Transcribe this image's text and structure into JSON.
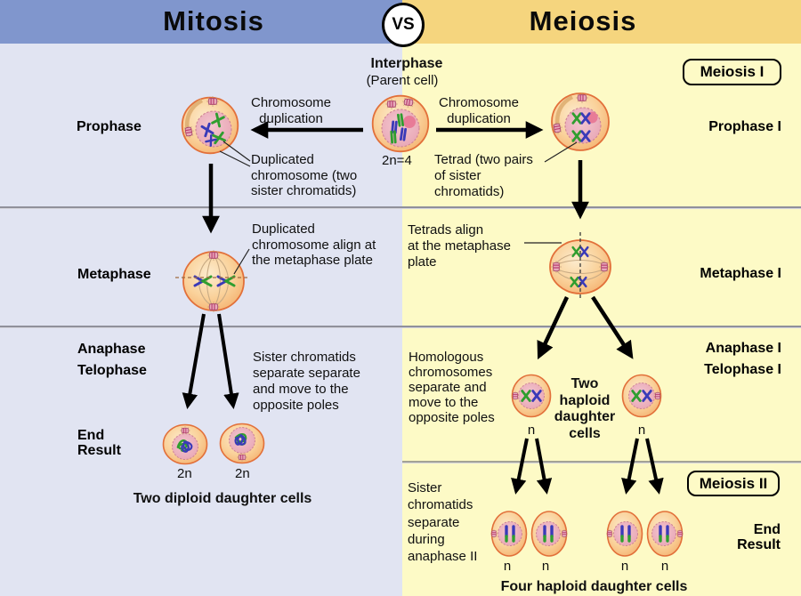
{
  "header": {
    "left_title": "Mitosis",
    "vs": "VS",
    "right_title": "Meiosis"
  },
  "center": {
    "interphase": "Interphase",
    "parent": "(Parent cell)",
    "ploidy": "2n=4"
  },
  "mitosis": {
    "phases": {
      "prophase": "Prophase",
      "metaphase": "Metaphase",
      "anaphase": "Anaphase",
      "telophase": "Telophase",
      "end_result": "End\nResult"
    },
    "annotations": {
      "chromosome_duplication": "Chromosome\nduplication",
      "duplicated_chromosome": "Duplicated\nchromosome (two\nsister chromatids)",
      "metaphase_align": "Duplicated\nchromosome align at\nthe metaphase plate",
      "sister_separate": "Sister chromatids\nseparate separate\nand move to the\nopposite poles",
      "ploidy_a": "2n",
      "ploidy_b": "2n",
      "result_caption": "Two diploid daughter cells"
    }
  },
  "meiosis": {
    "badges": {
      "meiosis1": "Meiosis I",
      "meiosis2": "Meiosis II"
    },
    "phases": {
      "prophase": "Prophase I",
      "metaphase": "Metaphase I",
      "anaphase": "Anaphase I",
      "telophase": "Telophase I",
      "end_result": "End\nResult"
    },
    "annotations": {
      "chromosome_duplication": "Chromosome\nduplication",
      "tetrad": "Tetrad (two pairs\nof sister\nchromatids)",
      "tetrads_align": "Tetrads align\nat the metaphase\nplate",
      "homologous": "Homologous\nchromosomes\nseparate and\nmove to the\nopposite poles",
      "two_haploid": "Two\nhaploid\ndaughter\ncells",
      "sister_anaphase2": "Sister\nchromatids\nseparate\nduring\nanaphase II",
      "n1": "n",
      "n2": "n",
      "n3": "n",
      "n4": "n",
      "n5": "n",
      "n6": "n",
      "result_caption": "Four haploid daughter cells"
    }
  },
  "colors": {
    "header_blue": "#8096cd",
    "header_yellow": "#f5d57e",
    "panel_lavender": "#e1e4f2",
    "panel_yellow": "#fdfac6",
    "cell_border": "#e2703a",
    "chromosome_green": "#2f9e2f",
    "chromosome_blue": "#3a3ab8"
  }
}
